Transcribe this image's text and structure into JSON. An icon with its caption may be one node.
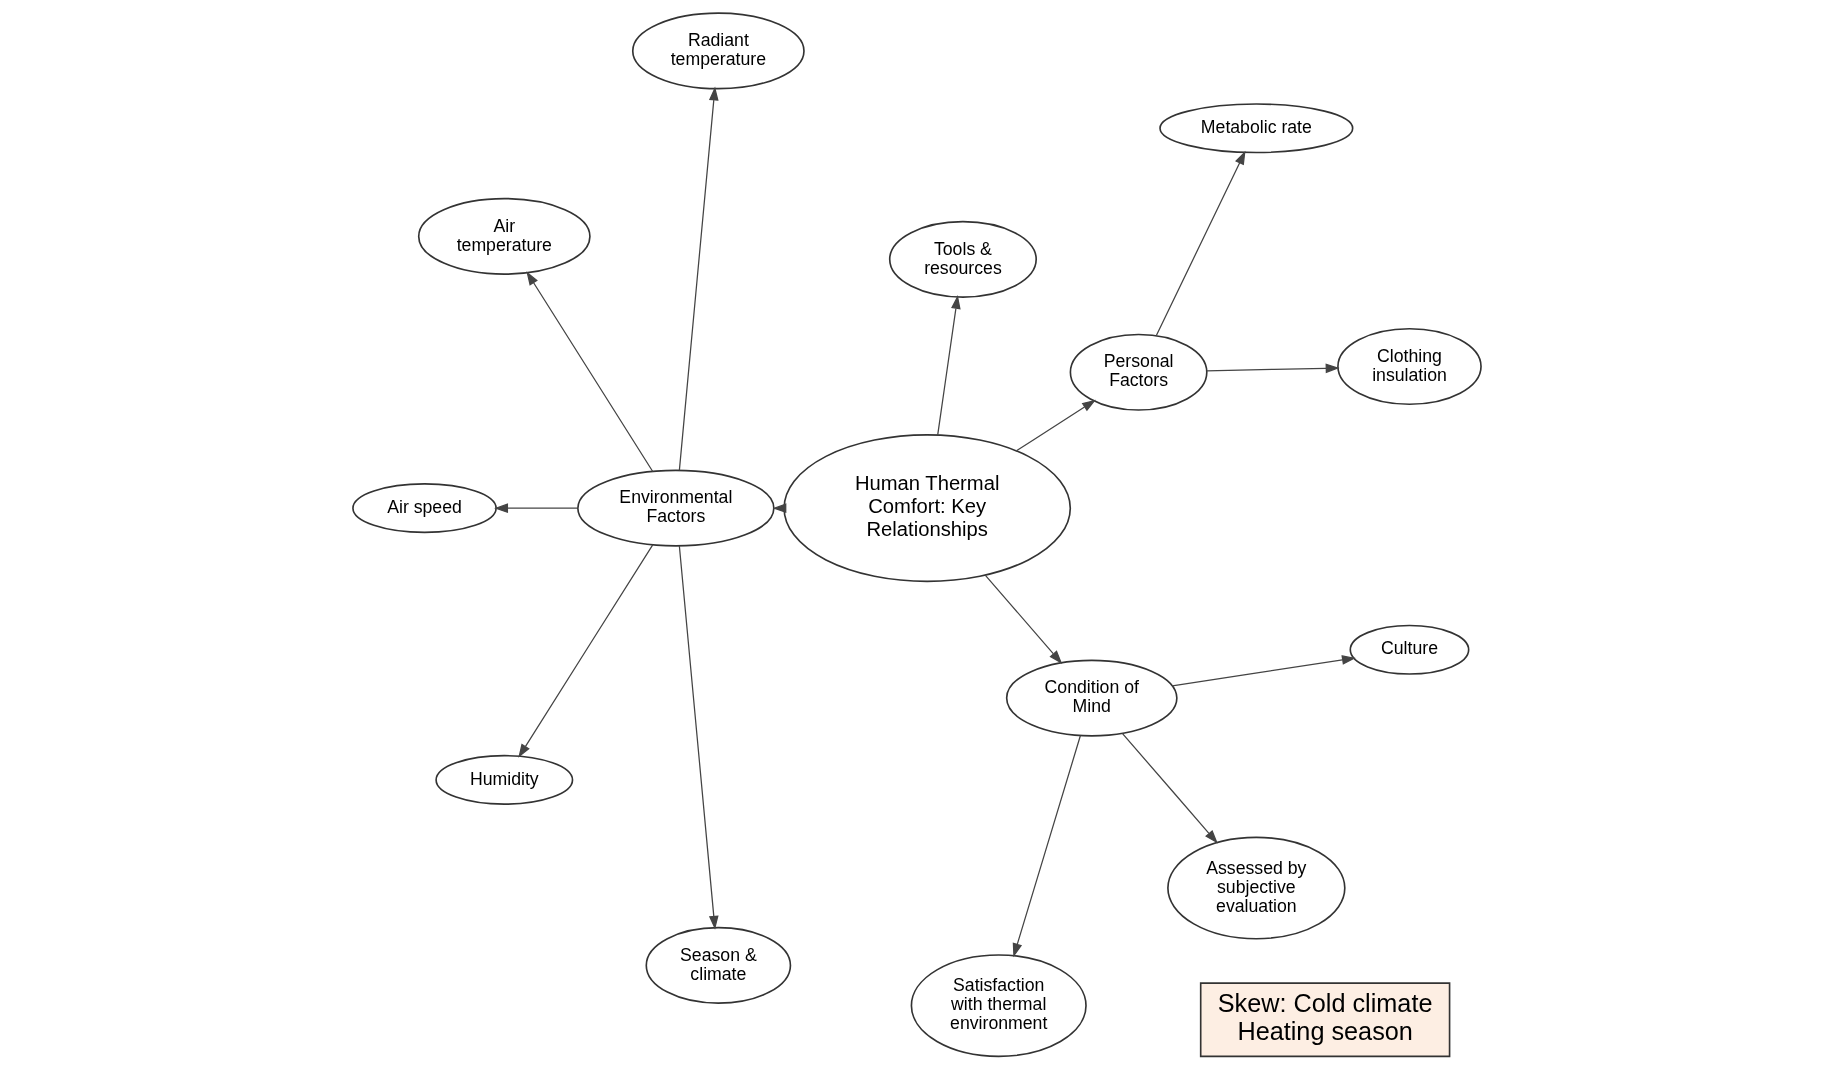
{
  "diagram": {
    "nodes": [
      {
        "text": [
          "Human Thermal Comfort: Key Relationships"
        ]
      },
      {
        "text": [
          "Personal Factors"
        ]
      },
      {
        "text": [
          "Clothing insulation"
        ]
      },
      {
        "text": [
          "Metabolic rate"
        ]
      },
      {
        "text": [
          "Tools & resources"
        ]
      },
      {
        "text": [
          "Environmental Factors"
        ]
      },
      {
        "text": [
          "Radiant temperature"
        ]
      },
      {
        "text": [
          "Air temperature"
        ]
      },
      {
        "text": [
          "Air speed"
        ]
      },
      {
        "text": [
          "Humidity"
        ]
      },
      {
        "text": [
          "Season & climate"
        ]
      },
      {
        "text": [
          "Condition of Mind"
        ]
      },
      {
        "text": [
          "Satisfaction with thermal environment"
        ]
      },
      {
        "text": [
          "Assessed by subjective evaluation"
        ]
      },
      {
        "text": [
          "Culture"
        ]
      },
      {
        "text": [
          "Skew: Cold climate",
          "Heating season"
        ]
      }
    ],
    "edges": [
      {
        "from": 0,
        "to": 1,
        "arrow": "to"
      },
      {
        "from": 1,
        "to": 2,
        "arrow": "to"
      },
      {
        "from": 1,
        "to": 3,
        "arrow": "to"
      },
      {
        "from": 0,
        "to": 4,
        "arrow": "to"
      },
      {
        "from": 0,
        "to": 5,
        "arrow": "to"
      },
      {
        "from": 5,
        "to": 6,
        "arrow": "to"
      },
      {
        "from": 5,
        "to": 7,
        "arrow": "to"
      },
      {
        "from": 5,
        "to": 8,
        "arrow": "to"
      },
      {
        "from": 5,
        "to": 9,
        "arrow": "to"
      },
      {
        "from": 5,
        "to": 10,
        "arrow": "to"
      },
      {
        "from": 0,
        "to": 11,
        "arrow": "to"
      },
      {
        "from": 11,
        "to": 12,
        "arrow": "to"
      },
      {
        "from": 11,
        "to": 13,
        "arrow": "to"
      },
      {
        "from": 11,
        "to": 14,
        "arrow": "to"
      }
    ]
  }
}
